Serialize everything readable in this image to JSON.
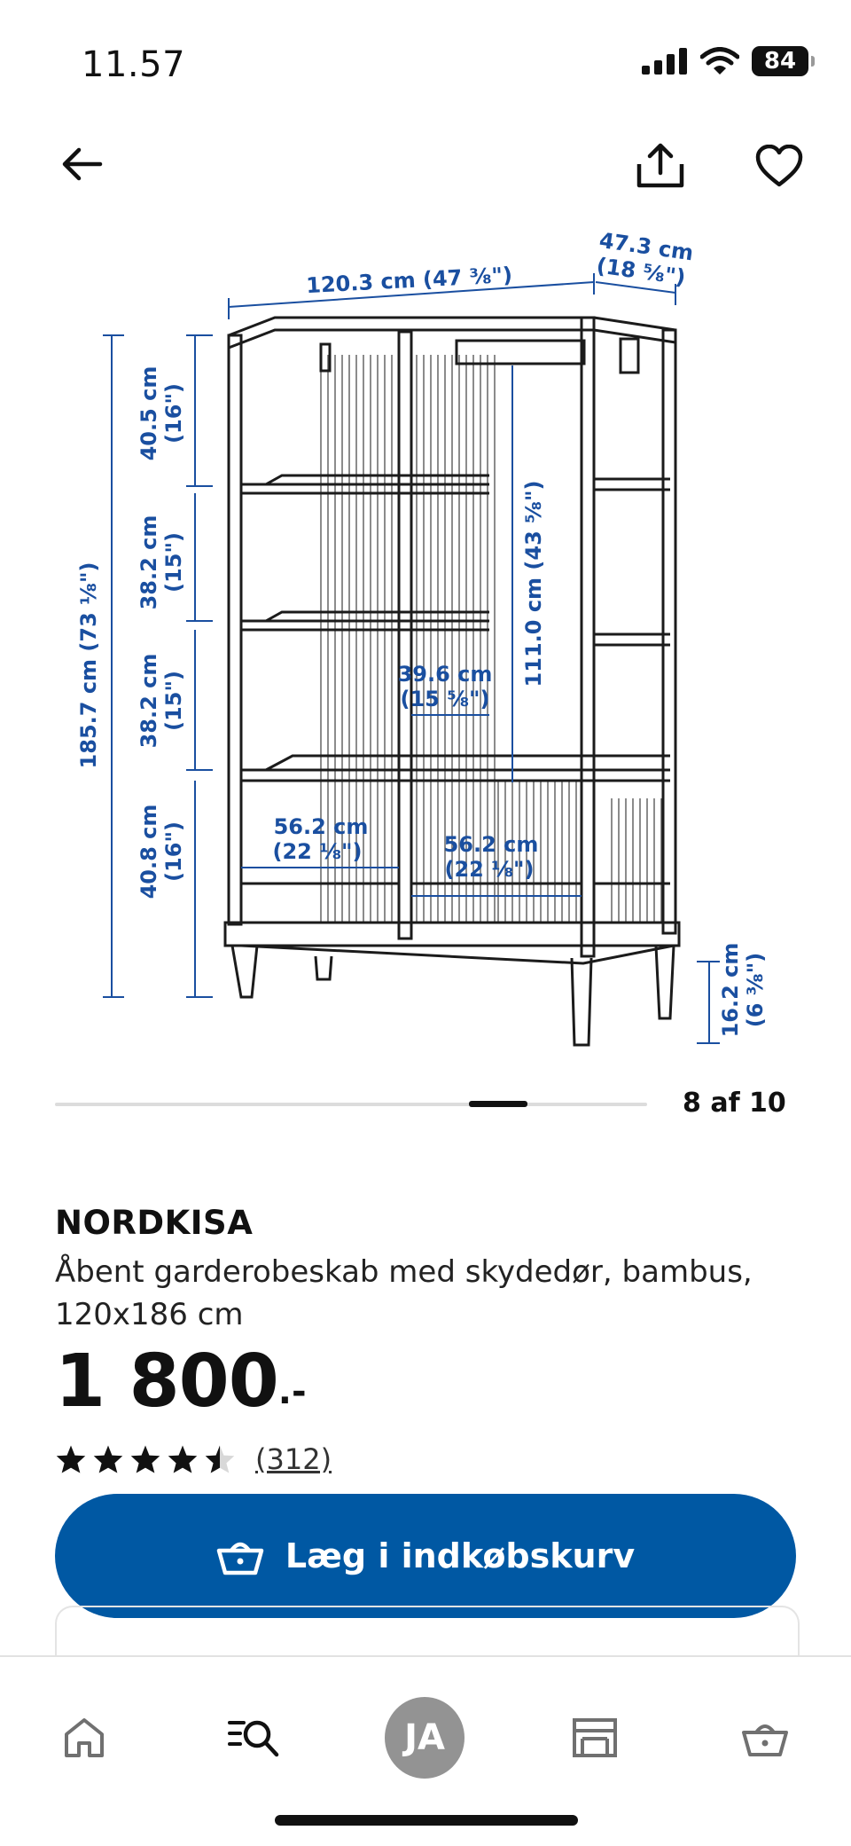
{
  "status_bar": {
    "time": "11.57",
    "battery": "84"
  },
  "product_image": {
    "dimensions": {
      "width": "120.3 cm (47 ⅜\")",
      "depth_cm": "47.3 cm",
      "depth_in": "(18 ⅝\")",
      "height": "185.7 cm (73 ⅛\")",
      "shelf_1_cm": "40.5 cm",
      "shelf_1_in": "(16\")",
      "shelf_2_cm": "38.2 cm",
      "shelf_2_in": "(15\")",
      "shelf_3_cm": "38.2 cm",
      "shelf_3_in": "(15\")",
      "shelf_4_cm": "40.8 cm",
      "shelf_4_in": "(16\")",
      "rail_height": "111.0 cm (43 ⅝\")",
      "middle_width_cm": "39.6 cm",
      "middle_width_in": "(15 ⅝\")",
      "left_width_cm": "56.2 cm",
      "left_width_in": "(22 ⅛\")",
      "right_width_cm": "56.2 cm",
      "right_width_in": "(22 ⅛\")",
      "leg_height_cm": "16.2 cm",
      "leg_height_in": "(6 ⅜\")"
    },
    "pager": {
      "current": 8,
      "total": 10,
      "label": "8 af 10"
    }
  },
  "product": {
    "name": "NORDKISA",
    "description": "Åbent garderobeskab med skydedør, bambus, 120x186 cm",
    "price_main": "1 800",
    "price_suffix": ".-",
    "rating": 4.5,
    "max_rating": 5,
    "review_count": "(312)"
  },
  "cta": {
    "label": "Læg i indkøbskurv"
  },
  "tabbar": {
    "avatar_initials": "JA"
  },
  "colors": {
    "primary": "#0058a3",
    "dimension": "#1a4fa0",
    "text": "#111111"
  }
}
